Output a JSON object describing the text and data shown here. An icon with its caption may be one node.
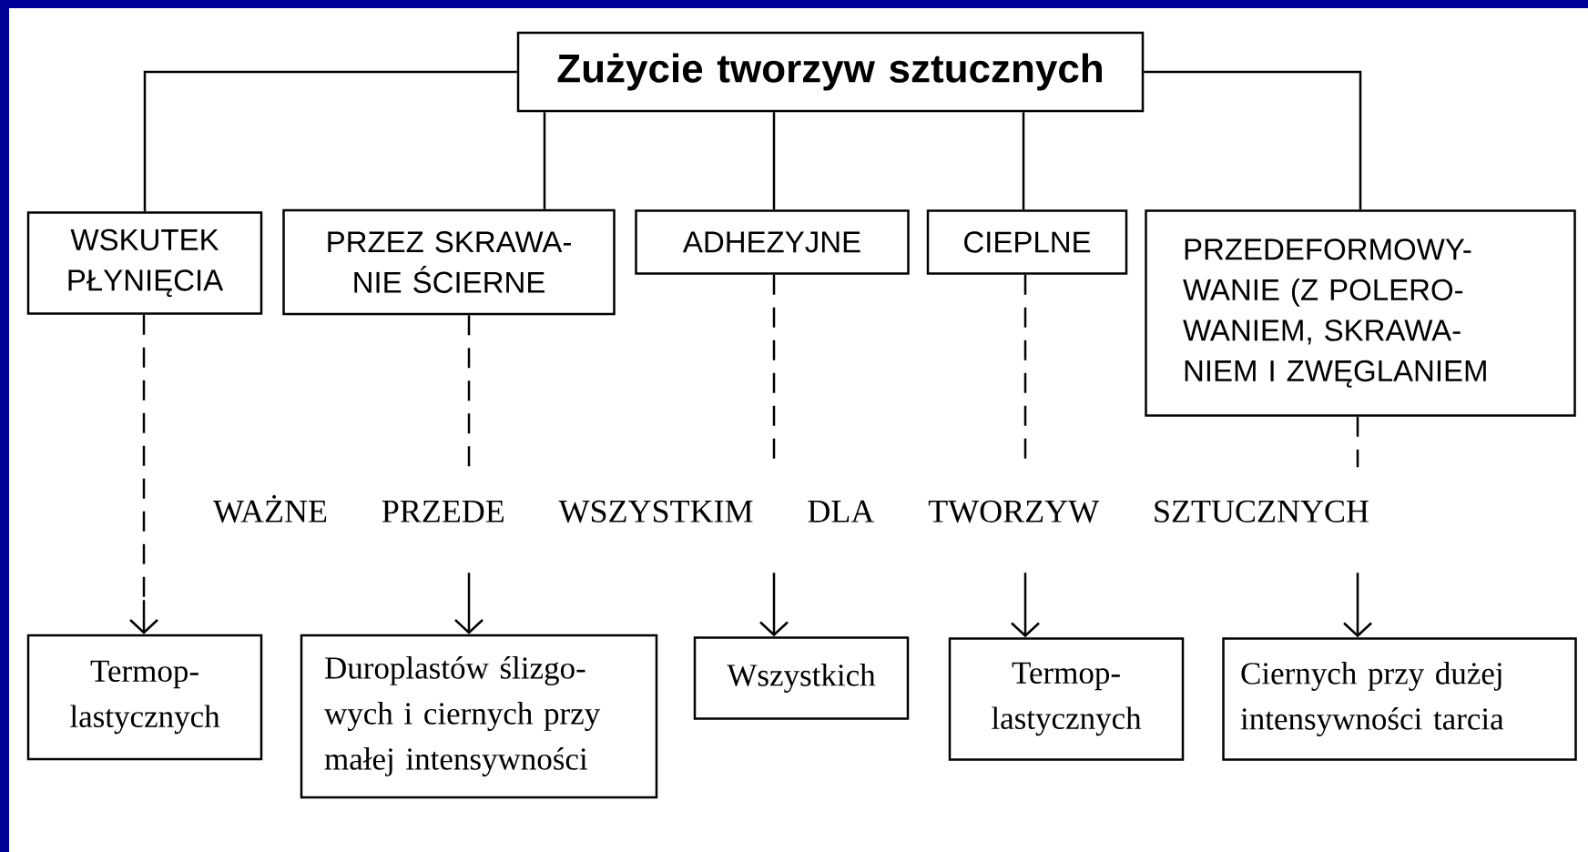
{
  "diagram": {
    "nodes": [
      {
        "text": [
          "Zużycie tworzyw sztucznych"
        ]
      },
      {
        "text": [
          "WSKUTEK PŁYNIĘCIA"
        ]
      },
      {
        "text": [
          "PRZEZ SKRAWA- NIE ŚCIERNE"
        ]
      },
      {
        "text": [
          "ADHEZYJNE"
        ]
      },
      {
        "text": [
          "CIEPLNE"
        ]
      },
      {
        "text": [
          "PRZEDEFORMOWY- WANIE (Z POLERO- WANIEM, SKRAWA- NIEM I ZWĘGLANIEM"
        ]
      },
      {
        "text": [
          "Termop- lastycznych"
        ]
      },
      {
        "text": [
          "Duroplastów ślizgo- wych i ciernych przy małej intensywności"
        ]
      },
      {
        "text": [
          "Wszystkich"
        ]
      },
      {
        "text": [
          "Termop- lastycznych"
        ]
      },
      {
        "text": [
          "Ciernych przy dużej intensywności tarcia"
        ]
      }
    ],
    "edges": [
      {
        "from": 0,
        "to": 1,
        "arrow": "none"
      },
      {
        "from": 0,
        "to": 2,
        "arrow": "none"
      },
      {
        "from": 0,
        "to": 3,
        "arrow": "none"
      },
      {
        "from": 0,
        "to": 4,
        "arrow": "none"
      },
      {
        "from": 0,
        "to": 5,
        "arrow": "none"
      },
      {
        "from": 1,
        "to": 6,
        "arrow": "to",
        "style": "dashed"
      },
      {
        "from": 2,
        "to": 7,
        "arrow": "to",
        "style": "dashed"
      },
      {
        "from": 3,
        "to": 8,
        "arrow": "to",
        "style": "dashed"
      },
      {
        "from": 4,
        "to": 9,
        "arrow": "to",
        "style": "dashed"
      },
      {
        "from": 5,
        "to": 10,
        "arrow": "to",
        "style": "dashed"
      }
    ],
    "labels": [
      "WAŻNE PRZEDE WSZYSTKIM DLA TWORZYW SZTUCZNYCH"
    ]
  }
}
